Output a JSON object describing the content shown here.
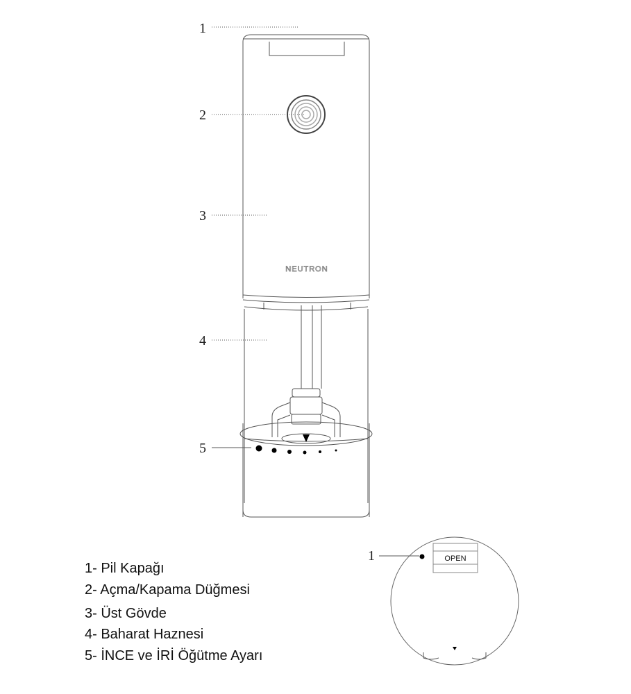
{
  "callouts": [
    "1",
    "2",
    "3",
    "4",
    "5"
  ],
  "brand_logo": "NEUTRON",
  "bottom_view": {
    "callout": "1",
    "open_label": "OPEN"
  },
  "legend": [
    "1- Pil Kapağı",
    "2- Açma/Kapama Düğmesi",
    "3- Üst Gövde",
    "4- Baharat Haznesi",
    "5- İNCE ve İRİ Öğütme Ayarı"
  ]
}
